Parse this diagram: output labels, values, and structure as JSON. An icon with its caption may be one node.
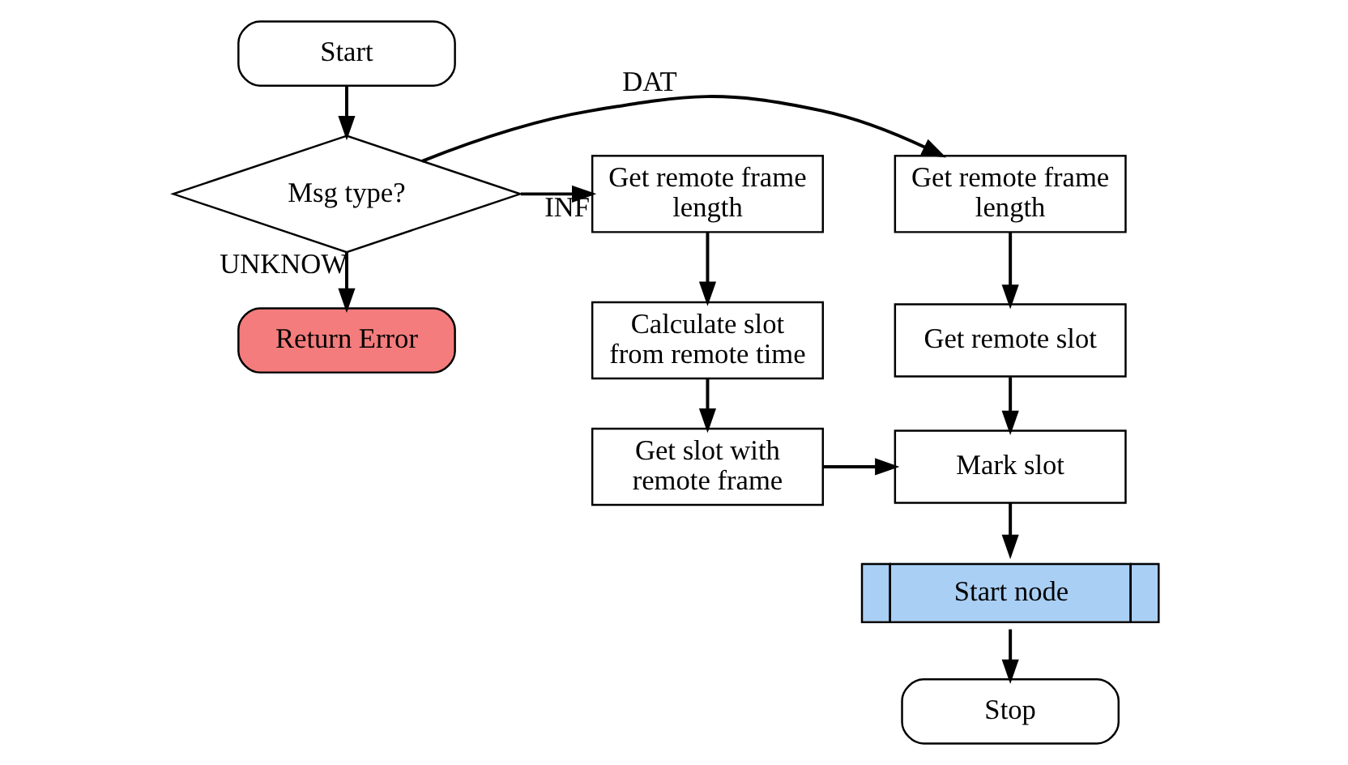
{
  "diagram": {
    "nodes": [
      {
        "text": [
          "Start"
        ]
      },
      {
        "text": [
          "Msg type?"
        ]
      },
      {
        "text": [
          "Get remote frame length"
        ]
      },
      {
        "text": [
          "Get remote frame length"
        ]
      },
      {
        "text": [
          "Return Error"
        ]
      },
      {
        "text": [
          "Calculate slot from remote time"
        ]
      },
      {
        "text": [
          "Get remote slot"
        ]
      },
      {
        "text": [
          "Get slot with remote frame"
        ]
      },
      {
        "text": [
          "Mark slot"
        ]
      },
      {
        "text": [
          "Start node"
        ]
      },
      {
        "text": [
          "Stop"
        ]
      }
    ],
    "edges": [
      {
        "from": 0,
        "to": 1,
        "arrow": "to"
      },
      {
        "from": 1,
        "to": 2,
        "arrow": "to",
        "label": "INF"
      },
      {
        "from": 1,
        "to": 3,
        "arrow": "to",
        "label": "DAT"
      },
      {
        "from": 1,
        "to": 4,
        "arrow": "to",
        "label": "UNKNOW"
      },
      {
        "from": 2,
        "to": 5,
        "arrow": "to"
      },
      {
        "from": 3,
        "to": 6,
        "arrow": "to"
      },
      {
        "from": 5,
        "to": 7,
        "arrow": "to"
      },
      {
        "from": 7,
        "to": 8,
        "arrow": "to"
      },
      {
        "from": 6,
        "to": 8,
        "arrow": "to"
      },
      {
        "from": 8,
        "to": 9,
        "arrow": "to"
      },
      {
        "from": 9,
        "to": 10,
        "arrow": "to"
      }
    ]
  }
}
